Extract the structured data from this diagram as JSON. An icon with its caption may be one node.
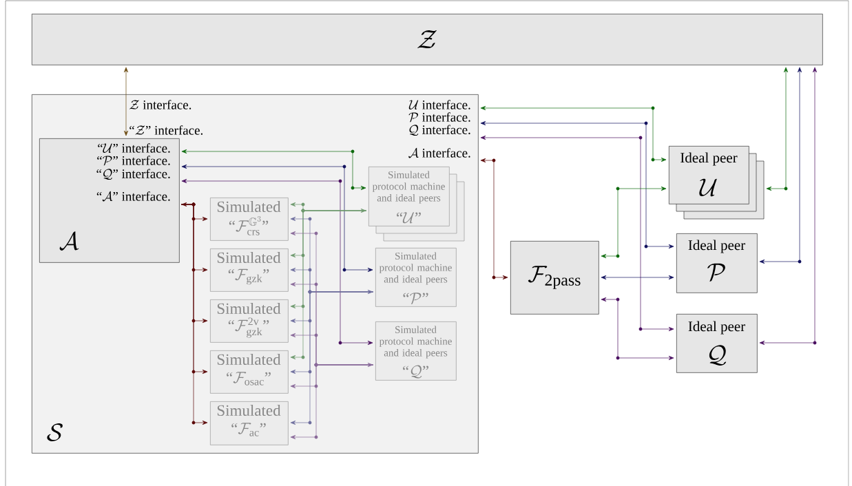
{
  "diagram": {
    "nodes": [
      {
        "text": [
          "\\mathcal{Z}"
        ]
      },
      {
        "text": [
          "\\mathcal{Z}\\mbox{ interface.}",
          "\\mathcal{U}\\mbox{ interface.}",
          "\\mathcal{P}\\mbox{ interface.}",
          "\\mathcal{Q}\\mbox{ interface.}",
          "\\mathcal{A}\\mbox{ interface.}",
          "\\mathcal{S}"
        ]
      },
      {
        "text": [
          "\\mbox{“}\\mathcal{Z}\\mbox{” interface.}",
          "\\mbox{“}\\mathcal{U}\\mbox{” interface.}",
          "\\mbox{“}\\mathcal{P}\\mbox{” interface.}",
          "\\mbox{“}\\mathcal{Q}\\mbox{” interface.}",
          "\\mbox{“}\\mathcal{A}\\mbox{” interface.}",
          "\\mathcal{A}"
        ],
        "in": 1
      },
      {
        "text": [
          "Simulated",
          "\\mbox{“}\\mathcal{F}^{\\mathbb{G}^3}_{\\mathrm{crs}}\\mbox{”}"
        ],
        "in": 1
      },
      {
        "text": [
          "Simulated",
          "\\mbox{“}\\mathcal{F}_{\\mathrm{gzk}}\\mbox{”}"
        ],
        "in": 1
      },
      {
        "text": [
          "Simulated",
          "\\mbox{“}\\mathcal{F}^{\\mathrm{2v}}_{\\mathrm{gzk}}\\mbox{”}"
        ],
        "in": 1
      },
      {
        "text": [
          "Simulated",
          "\\mbox{“}\\mathcal{F}_{\\mathrm{osac}}\\mbox{”}"
        ],
        "in": 1
      },
      {
        "text": [
          "Simulated",
          "\\mbox{“}\\mathcal{F}_{\\mathrm{ac}}\\mbox{”}"
        ],
        "in": 1
      },
      {
        "text": [
          "Simulated protocol machine and ideal peers",
          "\\mbox{“}\\mathcal{U}\\mbox{”}"
        ],
        "in": 1
      },
      {
        "text": [
          "Simulated protocol machine and ideal peers",
          "\\mbox{“}\\mathcal{P}\\mbox{”}"
        ],
        "in": 1
      },
      {
        "text": [
          "Simulated protocol machine and ideal peers",
          "\\mbox{“}\\mathcal{Q}\\mbox{”}"
        ],
        "in": 1
      },
      {
        "text": [
          "\\mathcal{F}_{\\mathrm{2pass}}"
        ]
      },
      {
        "text": [
          "Ideal peer",
          "\\mathcal{U}"
        ]
      },
      {
        "text": [
          "Ideal peer",
          "\\mathcal{P}"
        ]
      },
      {
        "text": [
          "Ideal peer",
          "\\mathcal{Q}"
        ]
      }
    ],
    "edges": [
      {
        "from": 0,
        "to": 2,
        "arrow": "both",
        "color": "#6b4a10"
      },
      {
        "from": 1,
        "to": 12,
        "arrow": "both",
        "color": "#0e6b0e"
      },
      {
        "from": 1,
        "to": 13,
        "arrow": "both",
        "color": "#12125e"
      },
      {
        "from": 1,
        "to": 14,
        "arrow": "both",
        "color": "#4a1060"
      },
      {
        "from": 1,
        "to": 11,
        "arrow": "both",
        "color": "#5c0a0a"
      },
      {
        "from": 11,
        "to": 12,
        "arrow": "both",
        "color": "#0e6b0e"
      },
      {
        "from": 11,
        "to": 13,
        "arrow": "both",
        "color": "#12125e"
      },
      {
        "from": 11,
        "to": 14,
        "arrow": "both",
        "color": "#4a1060"
      },
      {
        "from": 12,
        "to": 0,
        "arrow": "both",
        "color": "#0e6b0e"
      },
      {
        "from": 13,
        "to": 0,
        "arrow": "both",
        "color": "#12125e"
      },
      {
        "from": 14,
        "to": 0,
        "arrow": "both",
        "color": "#4a1060"
      },
      {
        "from": 2,
        "to": 8,
        "arrow": "both",
        "color": "#0e6b0e"
      },
      {
        "from": 2,
        "to": 9,
        "arrow": "both",
        "color": "#12125e"
      },
      {
        "from": 2,
        "to": 10,
        "arrow": "both",
        "color": "#4a1060"
      },
      {
        "from": 8,
        "to": 3,
        "arrow": "both",
        "color": "#6f9a6f"
      },
      {
        "from": 8,
        "to": 4,
        "arrow": "both",
        "color": "#6f9a6f"
      },
      {
        "from": 8,
        "to": 5,
        "arrow": "both",
        "color": "#6f9a6f"
      },
      {
        "from": 8,
        "to": 6,
        "arrow": "both",
        "color": "#6f9a6f"
      },
      {
        "from": 9,
        "to": 3,
        "arrow": "both",
        "color": "#6e6e9e"
      },
      {
        "from": 9,
        "to": 4,
        "arrow": "both",
        "color": "#6e6e9e"
      },
      {
        "from": 9,
        "to": 5,
        "arrow": "both",
        "color": "#6e6e9e"
      },
      {
        "from": 9,
        "to": 6,
        "arrow": "both",
        "color": "#6e6e9e"
      },
      {
        "from": 9,
        "to": 7,
        "arrow": "both",
        "color": "#6e6e9e"
      },
      {
        "from": 10,
        "to": 3,
        "arrow": "both",
        "color": "#8a6a9a"
      },
      {
        "from": 10,
        "to": 4,
        "arrow": "both",
        "color": "#8a6a9a"
      },
      {
        "from": 10,
        "to": 5,
        "arrow": "both",
        "color": "#8a6a9a"
      },
      {
        "from": 10,
        "to": 6,
        "arrow": "both",
        "color": "#8a6a9a"
      },
      {
        "from": 10,
        "to": 7,
        "arrow": "both",
        "color": "#8a6a9a"
      },
      {
        "from": 2,
        "to": 3,
        "arrow": "both",
        "color": "#5c0a0a"
      },
      {
        "from": 2,
        "to": 4,
        "arrow": "both",
        "color": "#5c0a0a"
      },
      {
        "from": 2,
        "to": 5,
        "arrow": "both",
        "color": "#5c0a0a"
      },
      {
        "from": 2,
        "to": 6,
        "arrow": "both",
        "color": "#5c0a0a"
      },
      {
        "from": 2,
        "to": 7,
        "arrow": "both",
        "color": "#5c0a0a"
      }
    ]
  }
}
